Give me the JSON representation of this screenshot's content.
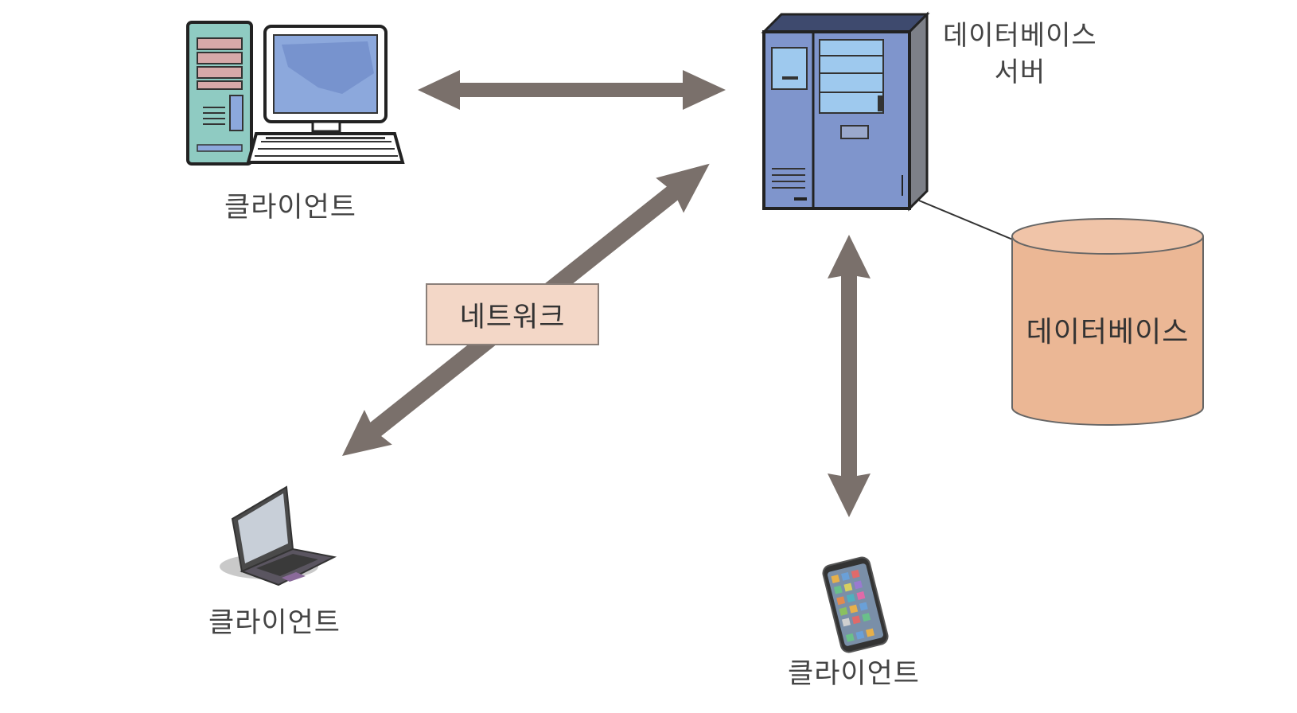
{
  "diagram": {
    "network_label": "네트워크",
    "server_label_line1": "데이터베이스",
    "server_label_line2": "서버",
    "database_label": "데이터베이스",
    "clients": [
      {
        "label": "클라이언트",
        "device": "desktop-computer"
      },
      {
        "label": "클라이언트",
        "device": "laptop"
      },
      {
        "label": "클라이언트",
        "device": "smartphone"
      }
    ],
    "colors": {
      "arrow": "#7a706b",
      "network_box": "#f3d7c7",
      "database_cylinder": "#ebb795",
      "server_body": "#7f95cc",
      "monitor_screen": "#8ca8dc",
      "desktop_tower": "#8fcbc2",
      "text": "#444444"
    }
  }
}
